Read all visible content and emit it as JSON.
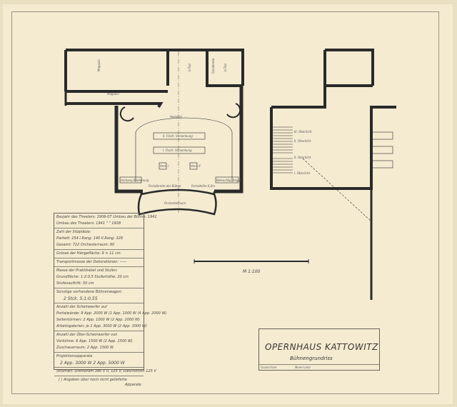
{
  "plan": {
    "rooms": {
      "magazin_upper": "Magazin",
      "magazin_lower": "Magazin",
      "room_a": "b-Tod",
      "room_b": "Garderobe",
      "room_c": "b-Tod",
      "horizont": "Horizont",
      "hangers_2": "II. Flach- Versenkung",
      "hangers_1": "I. Flach- Versenkung",
      "lift_1": "Vers. I",
      "lift_2": "Vers. II",
      "curtain_ctrl": "Vorhang Bedienung",
      "lighting_ctrl": "Beleuchtg. Regul.",
      "portal_left": "Portalbreite der Bühne",
      "portal_right": "Portalhöhe 6,0m",
      "orchestra": "Orchesterraum"
    },
    "section_labels": [
      "III. Oberlicht",
      "II. Oberlicht",
      "II. Oberlicht",
      "I. Oberlicht"
    ],
    "scale_label": "M 1:100"
  },
  "info_table": {
    "rows": [
      "Baujahr des Theaters: 1906-07   Umbau der Bühne: 1941",
      "Umbau des Theaters: 1941      \"      \"    1938",
      "Zahl der Sitzplätze:",
      "Parkett: 254   I.Rang: 140   II.Rang: 328",
      "Gesamt: 722        Orchesterraum: 60",
      "Grösse der Hängefläche:    9 × 11 cm",
      "Transportmasse der Dekorationen: ——",
      "Masse der Praktikabel und Stufen:",
      "Grundfläche: 1:2:0,5     Stufenhöhe: 20 cm",
      "Stufenauftritt: 30 cm",
      "Sonstige vorhandene Bühnenwagen:",
      "2 Stck. 5:1:0,55",
      "Anzahl der Scheinwerfer auf",
      "Portalwände: 8 App. 2000 W  (1 App. 1000 W (4 App. 2000 W)",
      "Seitentürmen: 2 App. 1000 W  (2 App. 2000 W)",
      "Arbeitsgalerien: je 1 App. 3000 W  (2 App. 3000 W)",
      "Anzahl der Über-Scheinwerfer von",
      "Vorbühne: 6 App. 1500 W  (2 App. 1500 W)",
      "Zuschauerraum: 2 App. 1500 W",
      "Projektionsapparate",
      "2 App. 3000 W   2 App. 5000 W",
      "Stromart: Drehstrom 380 V u. 125 V, Gleichstrom 125 V",
      "( ) Angaben über noch nicht gelieferte",
      "Apparate"
    ]
  },
  "title_block": {
    "title": "OPERNHAUS KATTOWITZ",
    "subtitle": "Bühnengrundriss",
    "drawn_label": "Gezeichnet",
    "drawn_by": "Meier-Leibl"
  }
}
